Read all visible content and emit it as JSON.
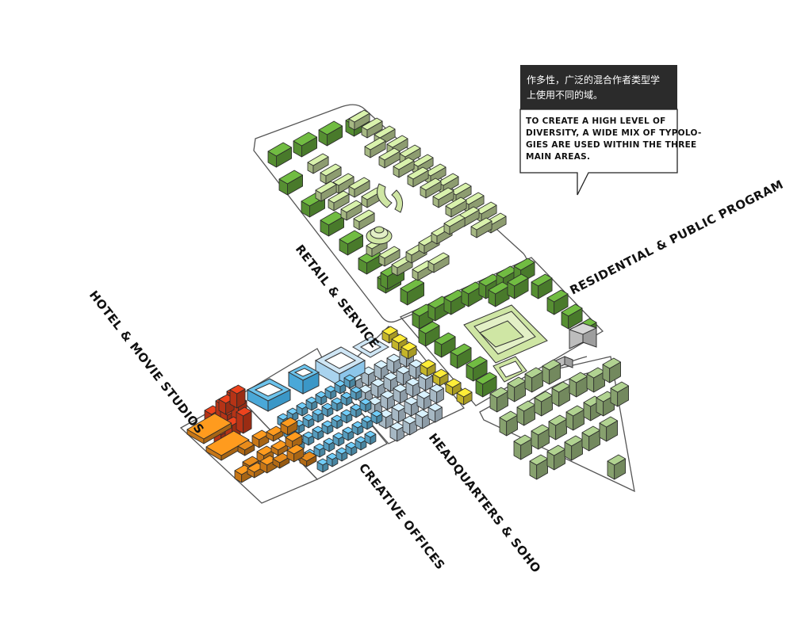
{
  "labels": {
    "residential": "RESIDENTIAL & PUBLIC PROGRAM",
    "retail": "RETAIL & SERVICE",
    "hotel": "HOTEL & MOVIE STUDIOS",
    "creative": "CREATIVE OFFICES",
    "headquarters": "HEADQUARTERS & SOHO"
  },
  "callout": {
    "cn_lines": [
      "作多性，广泛的混合作者类型学",
      "上使用不同的域。"
    ],
    "en_lines": [
      "TO CREATE A HIGH LEVEL OF",
      "DIVERSITY, A WIDE MIX OF TYPOLO-",
      "GIES ARE USED WITHIN THE THREE",
      "MAIN AREAS."
    ]
  },
  "colors": {
    "residential_dark": "#6cb33f",
    "residential_light": "#cfe6a4",
    "residential_sage": "#a9c98a",
    "office_blue": "#6cc3ec",
    "office_light": "#cfe6f5",
    "headquarters_yellow": "#f5e235",
    "hotel_red": "#e2401c",
    "studio_orange": "#f7941d",
    "gray": "#bdbdbd",
    "callout_header": "#2b2b2b"
  }
}
